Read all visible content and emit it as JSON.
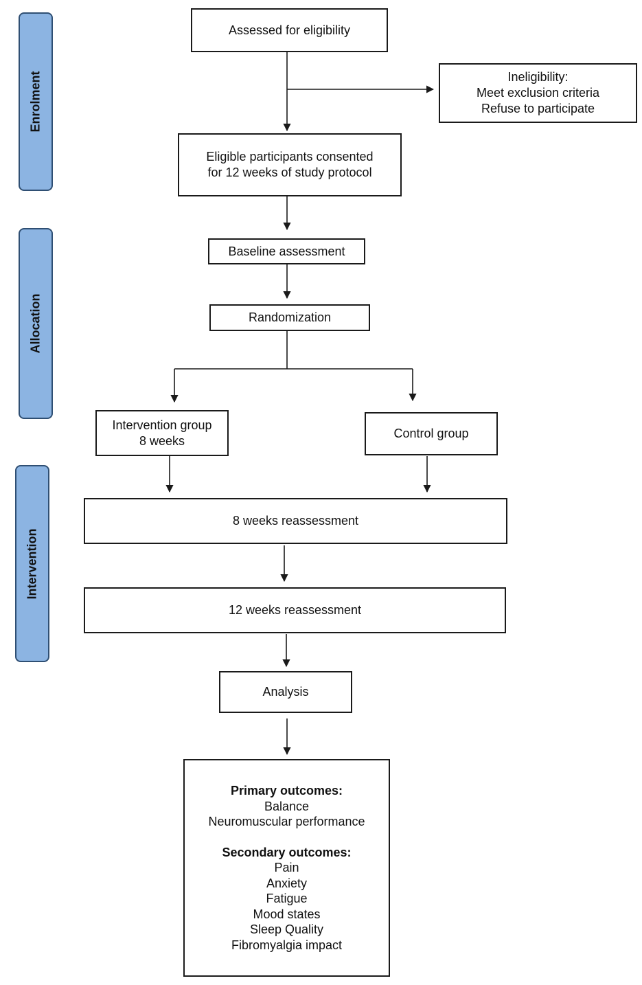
{
  "phases": {
    "enrolment": "Enrolment",
    "allocation": "Allocation",
    "intervention": "Intervention"
  },
  "boxes": {
    "assessed": "Assessed for eligibility",
    "ineligibility": {
      "title": "Ineligibility:",
      "line1": "Meet exclusion criteria",
      "line2": "Refuse to participate"
    },
    "eligible": {
      "line1": "Eligible participants consented",
      "line2": "for 12 weeks of study protocol"
    },
    "baseline": "Baseline assessment",
    "randomization": "Randomization",
    "intervention_group": {
      "line1": "Intervention group",
      "line2": "8 weeks"
    },
    "control_group": "Control group",
    "reassess_8": "8 weeks reassessment",
    "reassess_12": "12 weeks reassessment",
    "analysis": "Analysis",
    "outcomes": {
      "primary_title": "Primary outcomes:",
      "primary": [
        "Balance",
        "Neuromuscular performance"
      ],
      "secondary_title": "Secondary outcomes:",
      "secondary": [
        "Pain",
        "Anxiety",
        "Fatigue",
        "Mood states",
        "Sleep Quality",
        "Fibromyalgia impact"
      ]
    }
  }
}
